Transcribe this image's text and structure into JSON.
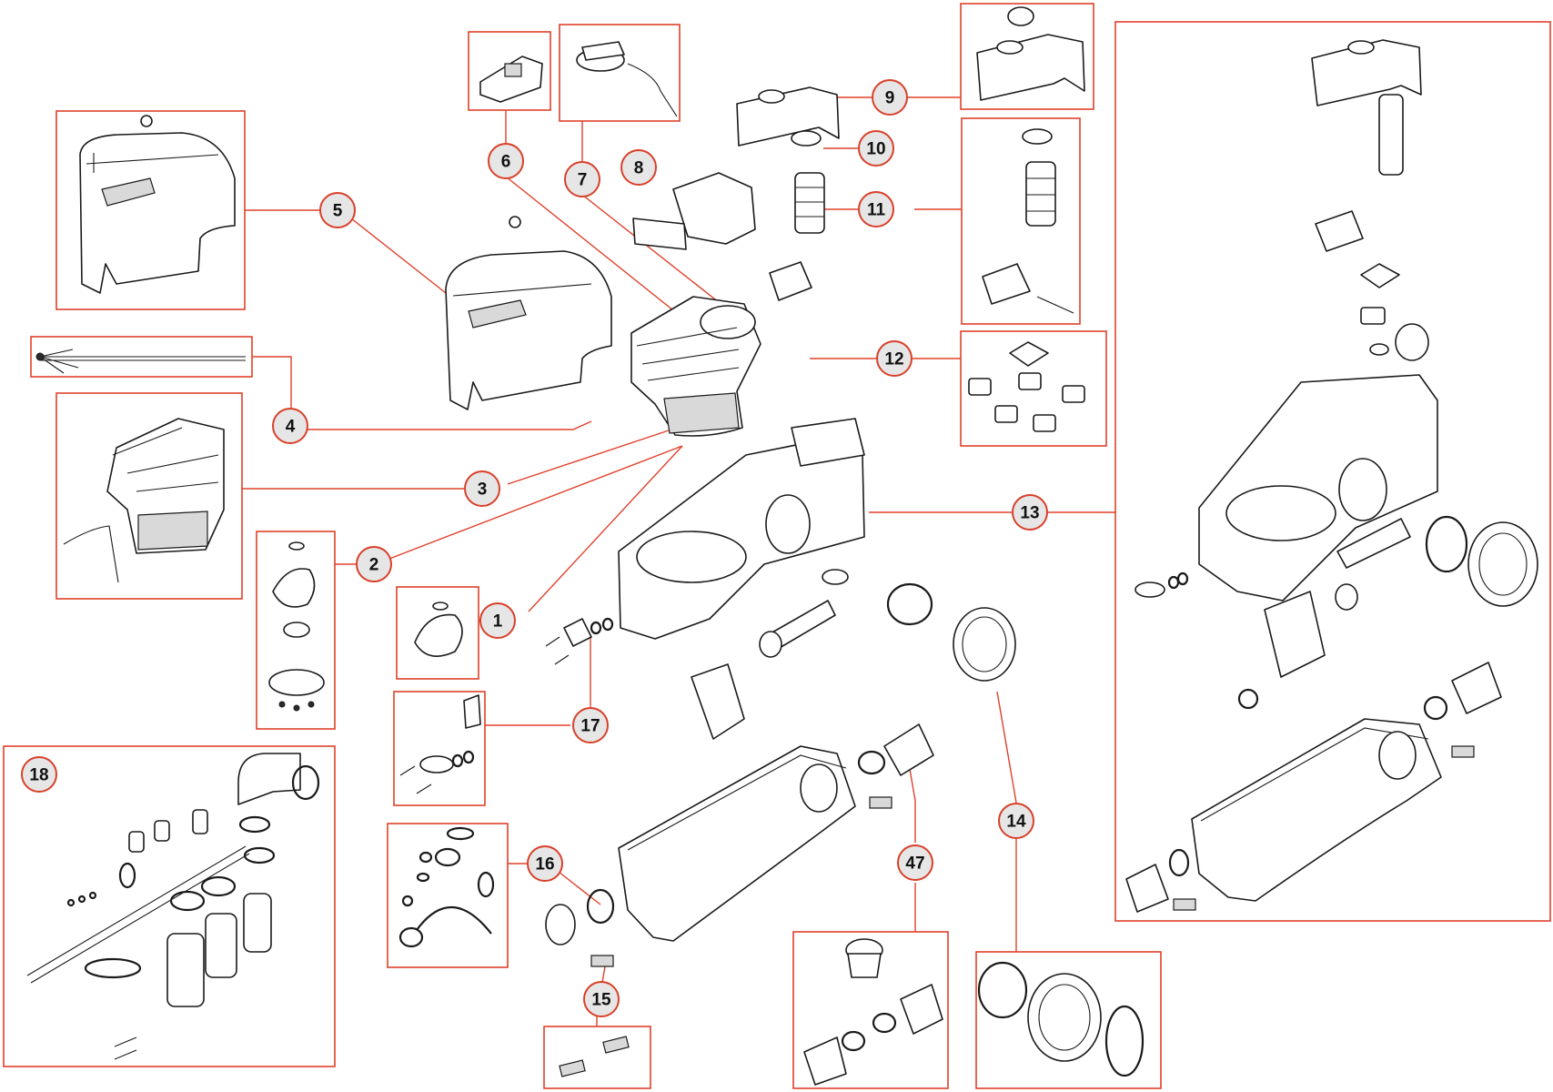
{
  "callouts": [
    {
      "id": "c1",
      "label": "1"
    },
    {
      "id": "c2",
      "label": "2"
    },
    {
      "id": "c3",
      "label": "3"
    },
    {
      "id": "c4",
      "label": "4"
    },
    {
      "id": "c5",
      "label": "5"
    },
    {
      "id": "c6",
      "label": "6"
    },
    {
      "id": "c7",
      "label": "7"
    },
    {
      "id": "c8",
      "label": "8"
    },
    {
      "id": "c9",
      "label": "9"
    },
    {
      "id": "c10",
      "label": "10"
    },
    {
      "id": "c11",
      "label": "11"
    },
    {
      "id": "c12",
      "label": "12"
    },
    {
      "id": "c13",
      "label": "13"
    },
    {
      "id": "c14",
      "label": "14"
    },
    {
      "id": "c15",
      "label": "15"
    },
    {
      "id": "c16",
      "label": "16"
    },
    {
      "id": "c17",
      "label": "17"
    },
    {
      "id": "c18",
      "label": "18"
    },
    {
      "id": "c47",
      "label": "47"
    }
  ],
  "colors": {
    "accent": "#e0402a",
    "bubble_fill": "#e6e6e6",
    "line": "#1a1a1a"
  }
}
